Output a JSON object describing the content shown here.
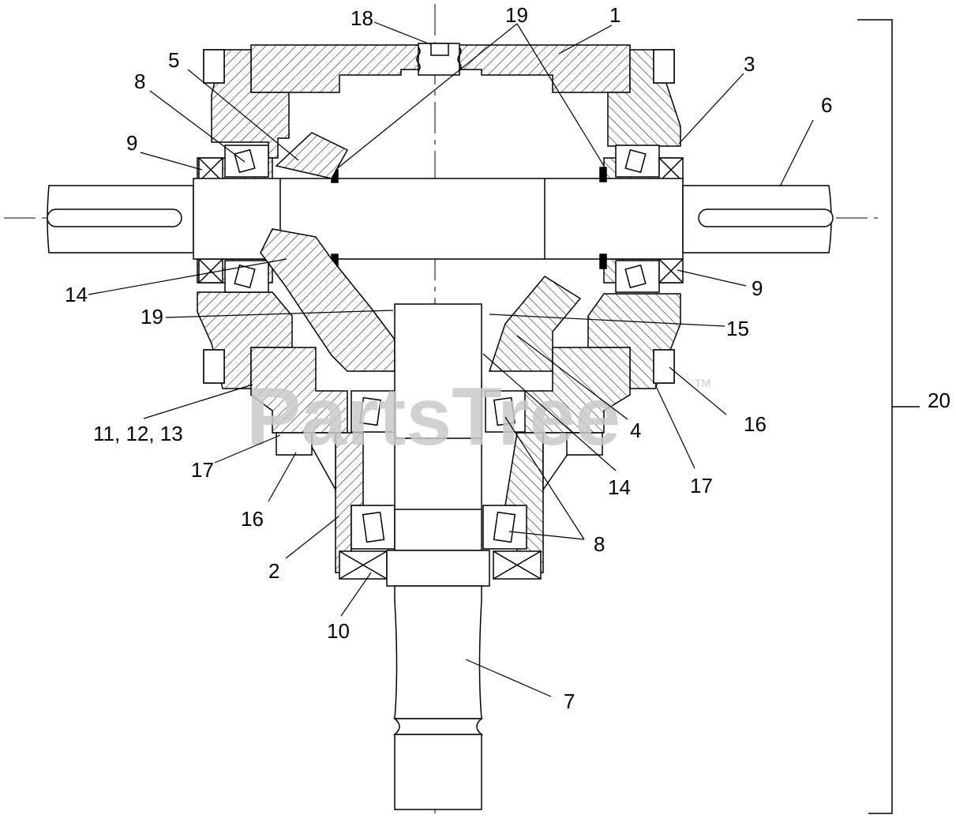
{
  "watermark": {
    "text": "PartsTree",
    "trademark": "TM"
  },
  "callouts": {
    "c1": "1",
    "c2": "2",
    "c3": "3",
    "c4": "4",
    "c5": "5",
    "c6": "6",
    "c7": "7",
    "c8_top": "8",
    "c8_bottom": "8",
    "c9_left": "9",
    "c9_right": "9",
    "c10": "10",
    "c11_12_13": "11, 12, 13",
    "c14_left": "14",
    "c14_bottom": "14",
    "c15": "15",
    "c16_left": "16",
    "c16_right": "16",
    "c17_left": "17",
    "c17_right": "17",
    "c18": "18",
    "c19_top": "19",
    "c19_left": "19",
    "c20": "20"
  }
}
